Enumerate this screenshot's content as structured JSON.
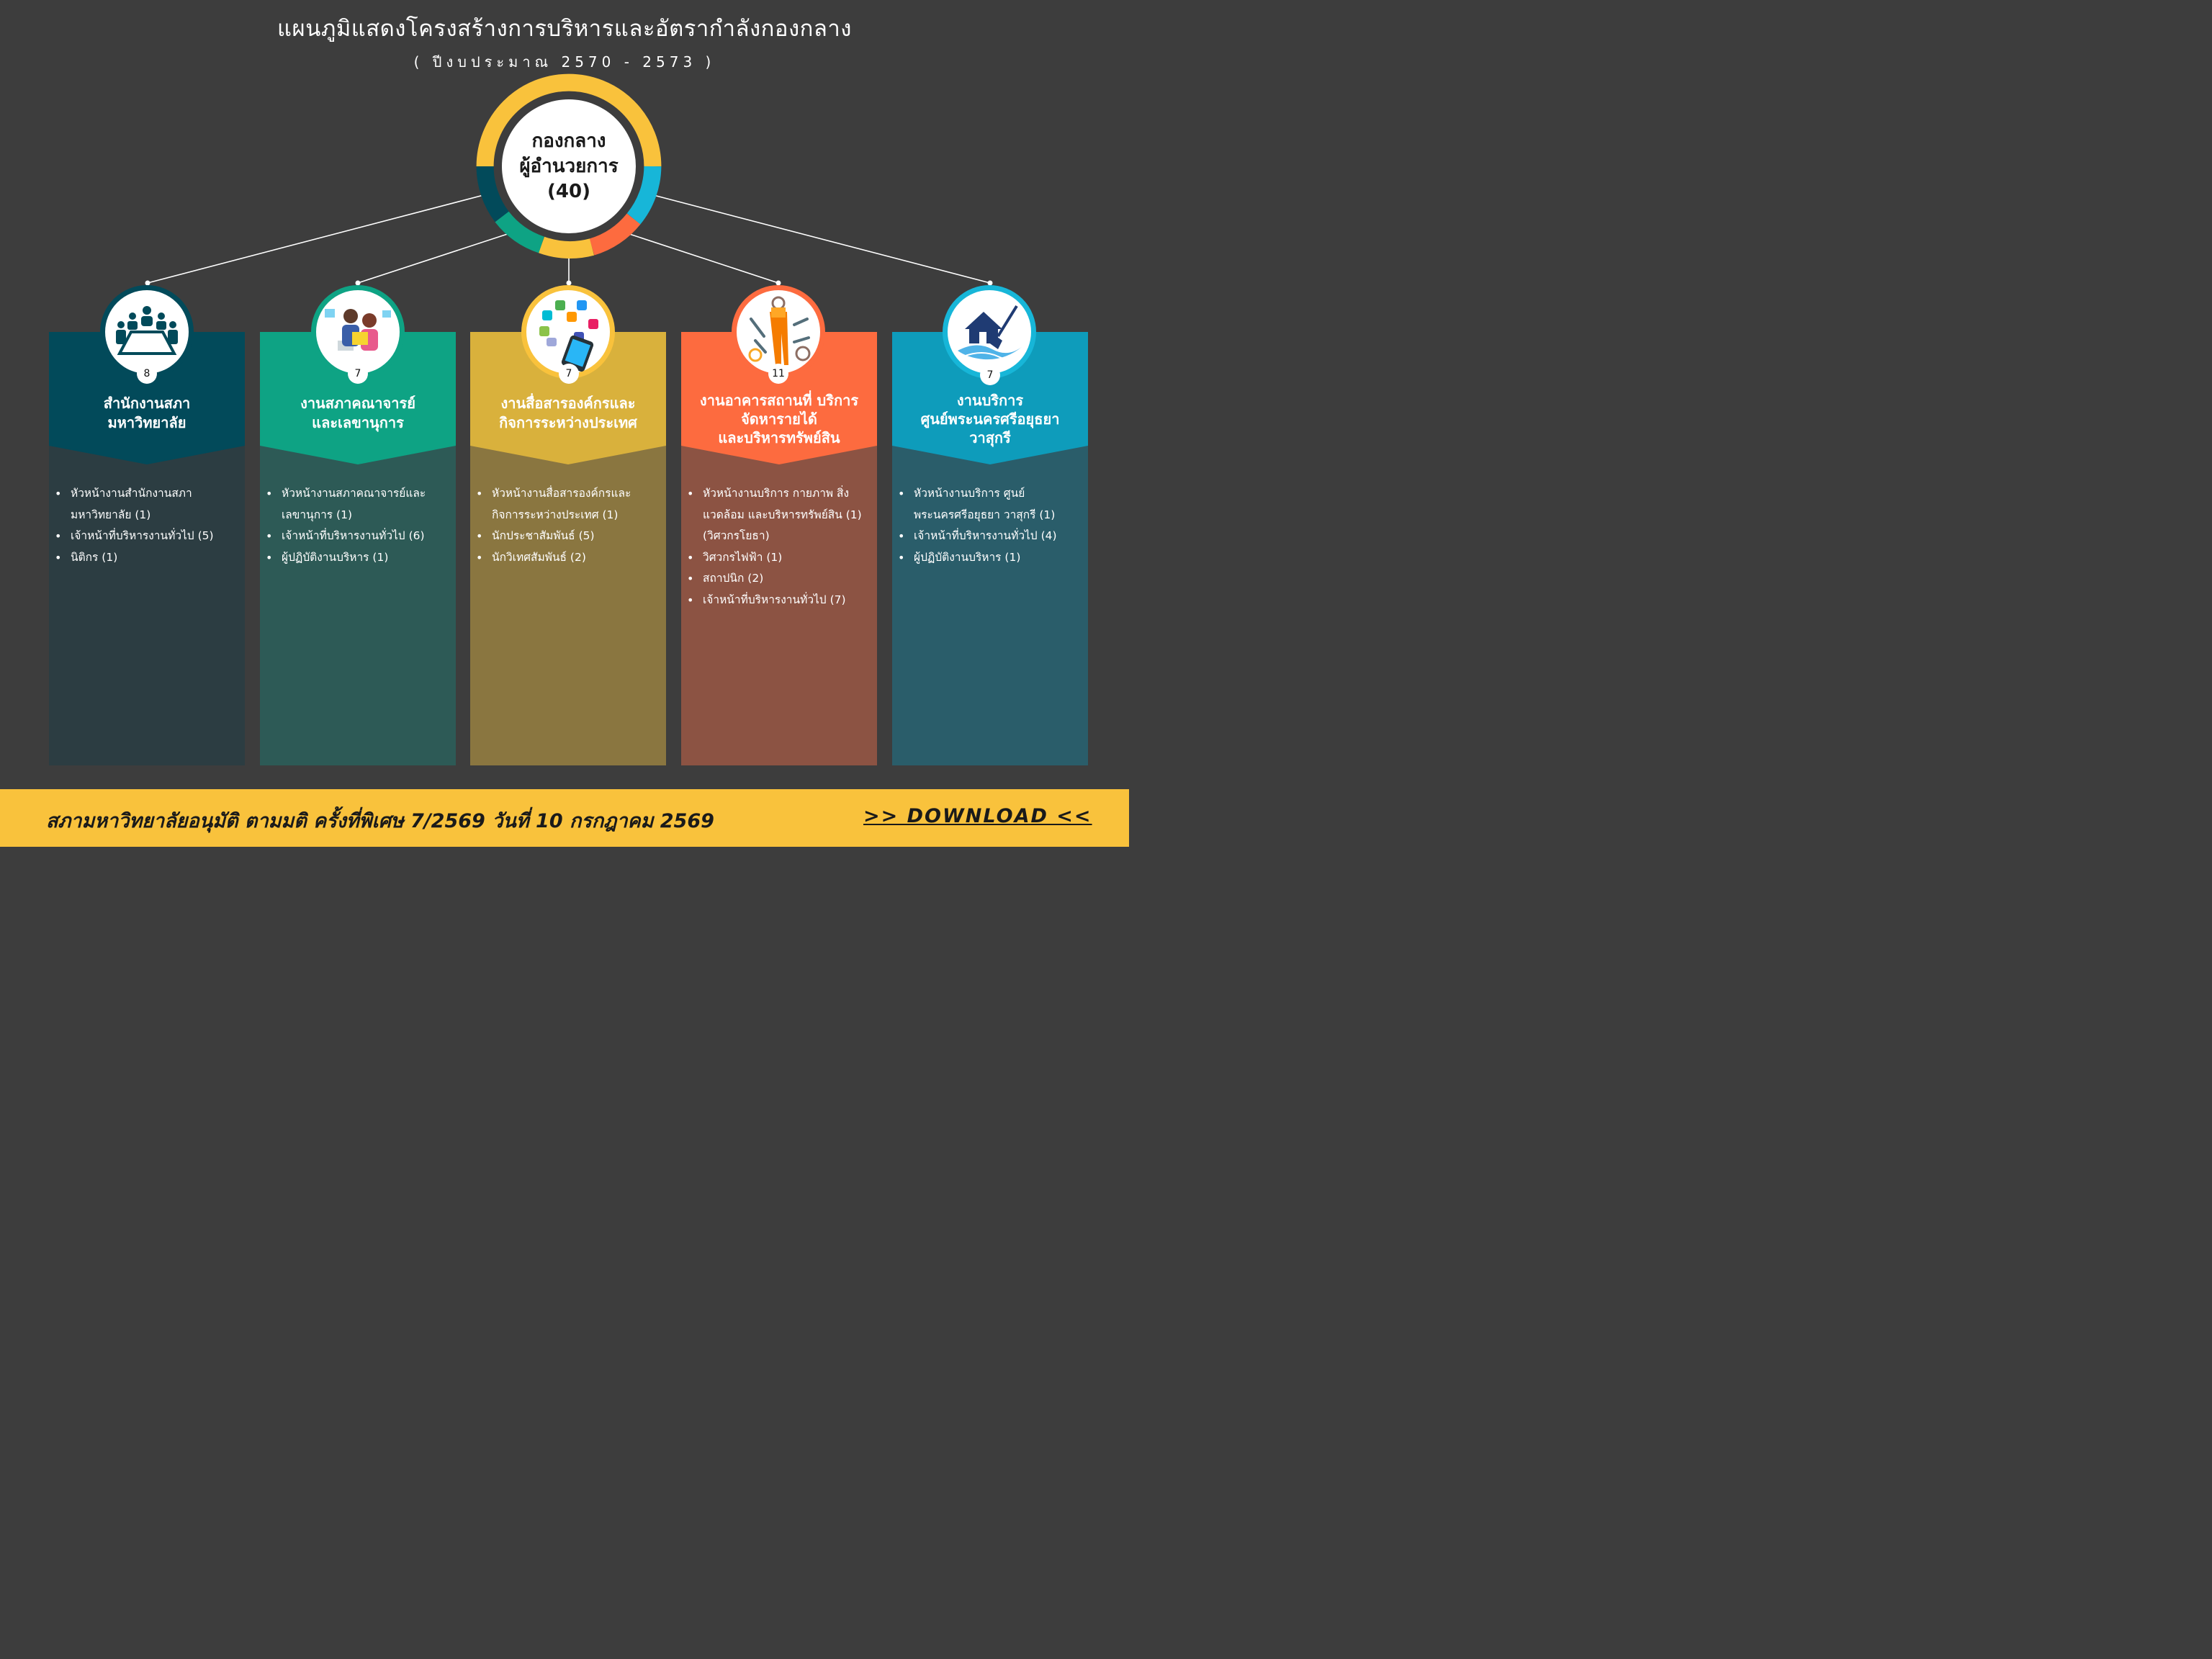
{
  "title": "แผนภูมิแสดงโครงสร้างการบริหารและอัตรากำลังกองกลาง",
  "subtitle": "( ปีงบประมาณ 2570 - 2573 )",
  "center": {
    "line1": "กองกลาง",
    "line2": "ผู้อำนวยการ",
    "line3": "(40)"
  },
  "colors": {
    "navy": "#024a5a",
    "green": "#0ea384",
    "yellow": "#f9c23c",
    "orange": "#fd6b3f",
    "cyan": "#17b6d8"
  },
  "units": [
    {
      "count": "8",
      "title_lines": [
        "สำนักงานสภา",
        "มหาวิทยาลัย"
      ],
      "icon": "meeting-icon",
      "items": [
        "หัวหน้างานสำนักงานสภามหาวิทยาลัย (1)",
        "เจ้าหน้าที่บริหารงานทั่วไป (5)",
        "นิติกร (1)"
      ]
    },
    {
      "count": "7",
      "title_lines": [
        "งานสภาคณาจารย์",
        "และเลขานุการ"
      ],
      "icon": "office-workers-icon",
      "items": [
        "หัวหน้างานสภาคณาจารย์และเลขานุการ (1)",
        "เจ้าหน้าที่บริหารงานทั่วไป (6)",
        "ผู้ปฏิบัติงานบริหาร (1)"
      ]
    },
    {
      "count": "7",
      "title_lines": [
        "งานสื่อสารองค์กรและ",
        "กิจการระหว่างประเทศ"
      ],
      "icon": "smartphone-apps-icon",
      "items": [
        "หัวหน้างานสื่อสารองค์กรและกิจการระหว่างประเทศ (1)",
        "นักประชาสัมพันธ์ (5)",
        "นักวิเทศสัมพันธ์ (2)"
      ]
    },
    {
      "count": "11",
      "title_lines": [
        "งานอาคารสถานที่ บริการ",
        "จัดหารายได้",
        "และบริหารทรัพย์สิน"
      ],
      "icon": "tools-worker-icon",
      "items": [
        "หัวหน้างานบริการ กายภาพ สิ่งแวดล้อม และบริหารทรัพย์สิน (1) (วิศวกรโยธา)",
        "วิศวกรไฟฟ้า (1)",
        "สถาปนิก (2)",
        "เจ้าหน้าที่บริหารงานทั่วไป (7)"
      ]
    },
    {
      "count": "7",
      "title_lines": [
        "งานบริการ",
        "ศูนย์พระนครศรีอยุธยา",
        "วาสุกรี"
      ],
      "icon": "house-cleaning-icon",
      "items": [
        "หัวหน้างานบริการ ศูนย์พระนครศรีอยุธยา วาสุกรี (1)",
        "เจ้าหน้าที่บริหารงานทั่วไป (4)",
        "ผู้ปฏิบัติงานบริหาร (1)"
      ]
    }
  ],
  "footer": {
    "note": "สภามหาวิทยาลัยอนุมัติ ตามมติ ครั้งที่พิเศษ 7/2569 วันที่ 10 กรกฎาคม 2569",
    "download": ">> DOWNLOAD <<"
  }
}
